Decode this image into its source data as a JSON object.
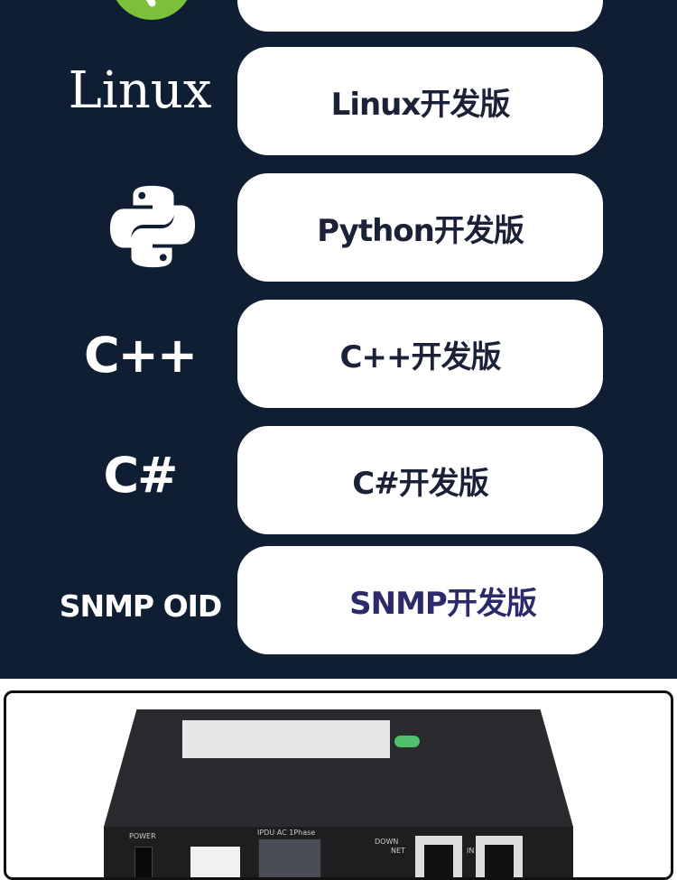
{
  "rows": [
    {
      "logo": "",
      "label": ""
    },
    {
      "logo": "Linux",
      "label": "Linux开发版"
    },
    {
      "logo": "python-logo",
      "label": "Python开发版"
    },
    {
      "logo": "C++",
      "label": "C++开发版"
    },
    {
      "logo": "C#",
      "label": "C#开发版"
    },
    {
      "logo": "SNMP OID",
      "label": "SNMP开发版"
    }
  ],
  "device": {
    "model": "IPDU AC 1Phase",
    "power": "POWER",
    "down": "DOWN",
    "net": "NET",
    "in": "IN"
  },
  "colors": {
    "background": "#0f1e33",
    "label_text": "#1b2238",
    "snmp_text": "#2b2a6b",
    "accent_green": "#7cbf3b"
  }
}
